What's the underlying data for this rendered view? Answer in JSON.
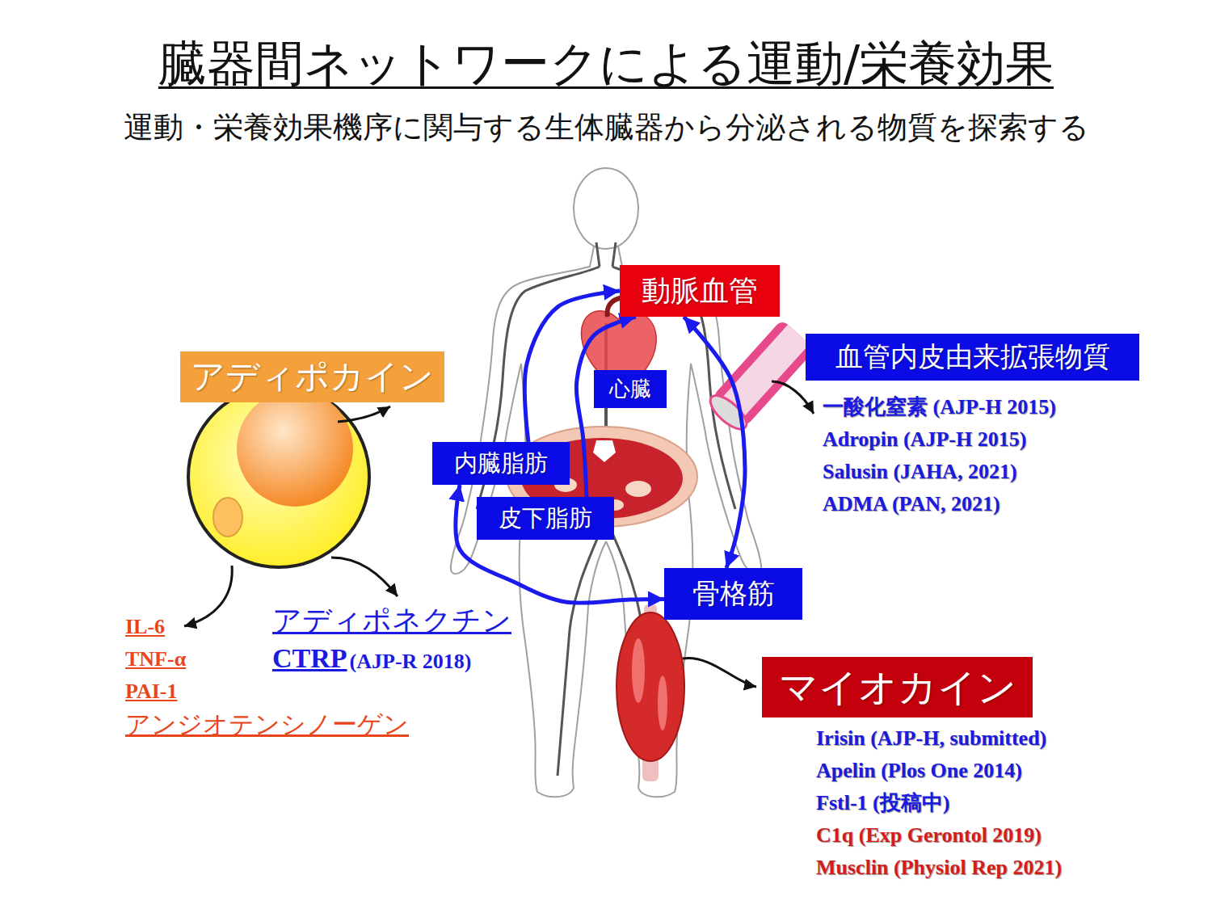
{
  "diagram": {
    "title": "臓器間ネットワークによる運動/栄養効果",
    "nodes": [
      {
        "text": [
          "動脈血管"
        ]
      },
      {
        "text": [
          "血管内皮由来拡張物質"
        ]
      },
      {
        "text": [
          "アディポカイン"
        ]
      },
      {
        "text": [
          "心臓"
        ]
      },
      {
        "text": [
          "内臓脂肪"
        ]
      },
      {
        "text": [
          "皮下脂肪"
        ]
      },
      {
        "text": [
          "骨格筋"
        ]
      },
      {
        "text": [
          "マイオカイン"
        ]
      }
    ],
    "edges": [
      {
        "from": 4,
        "to": 0,
        "arrow": "to"
      },
      {
        "from": 5,
        "to": 0,
        "arrow": "to"
      },
      {
        "from": 6,
        "to": 0,
        "arrow": "both"
      },
      {
        "from": 4,
        "to": 6,
        "arrow": "both"
      }
    ],
    "labels": [
      "運動・栄養効果機序に関与する生体臓器から分泌される物質を探索する",
      "一酸化窒素 (AJP-H 2015)",
      "Adropin (AJP-H 2015)",
      "Salusin (JAHA, 2021)",
      "ADMA (PAN, 2021)",
      "IL-6",
      "TNF-α",
      "PAI-1",
      "アンジオテンシノーゲン",
      "アディポネクチン",
      "CTRP",
      "(AJP-R 2018)",
      "Irisin (AJP-H, submitted)",
      "Apelin (Plos One 2014)",
      "Fstl-1 (投稿中)",
      "C1q (Exp Gerontol 2019)",
      "Musclin (Physiol Rep 2021)"
    ]
  }
}
